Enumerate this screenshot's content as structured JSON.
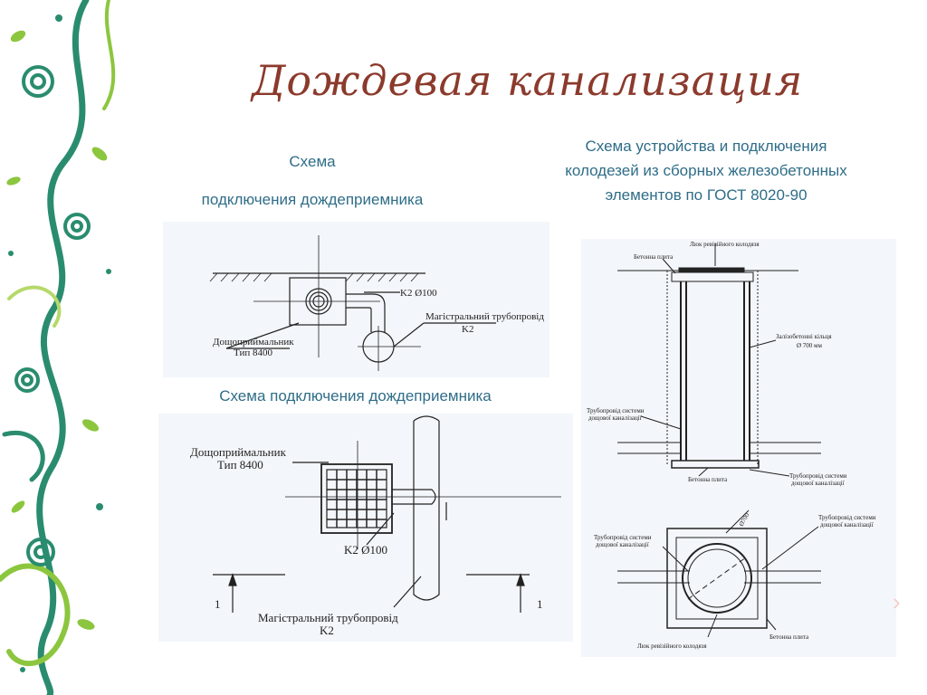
{
  "title": "Дождевая канализация",
  "captions": {
    "top_left_line1": "Схема",
    "top_left_line2": "подключения дождеприемника",
    "bottom_left": "Схема подключения дождеприемника",
    "right_line1": "Схема устройства и подключения",
    "right_line2": "колодезей из сборных железобетонных",
    "right_line3": "элементов по ГОСТ 8020-90"
  },
  "diagram1": {
    "label_k2": "K2 Ø100",
    "label_main_pipe": "Магістральний трубопровід",
    "label_main_pipe_code": "K2",
    "label_inlet": "Дощоприймальник",
    "label_inlet_type": "Тип 8400"
  },
  "diagram2": {
    "label_inlet": "Дощоприймальник",
    "label_inlet_type": "Тип 8400",
    "label_k2": "K2 Ø100",
    "label_main_pipe": "Магістральний трубопровід",
    "label_main_pipe_code": "K2",
    "section_left": "1",
    "section_right": "1"
  },
  "diagram3": {
    "label_hatch_top": "Люк ревізійного колодязя",
    "label_slab_top": "Бетонна плита",
    "label_rings": "Залізобетонні кільця",
    "label_rings_d": "Ø 700 мм",
    "label_pipe_left": "Трубопровід системи",
    "label_pipe_left2": "дощової каналізації",
    "label_slab_bottom": "Бетонна плита",
    "label_pipe_right": "Трубопровід системи",
    "label_pipe_right2": "дощової каналізації",
    "label_pipe_plan_right": "Трубопровід системи",
    "label_pipe_plan_right2": "дощової каналізації",
    "label_pipe_plan_left": "Трубопровід системи",
    "label_pipe_plan_left2": "дощової каналізації",
    "label_d700": "Ø700",
    "label_hatch_bottom": "Люк ревізійного колодязя",
    "label_slab_plan": "Бетонна плита"
  }
}
